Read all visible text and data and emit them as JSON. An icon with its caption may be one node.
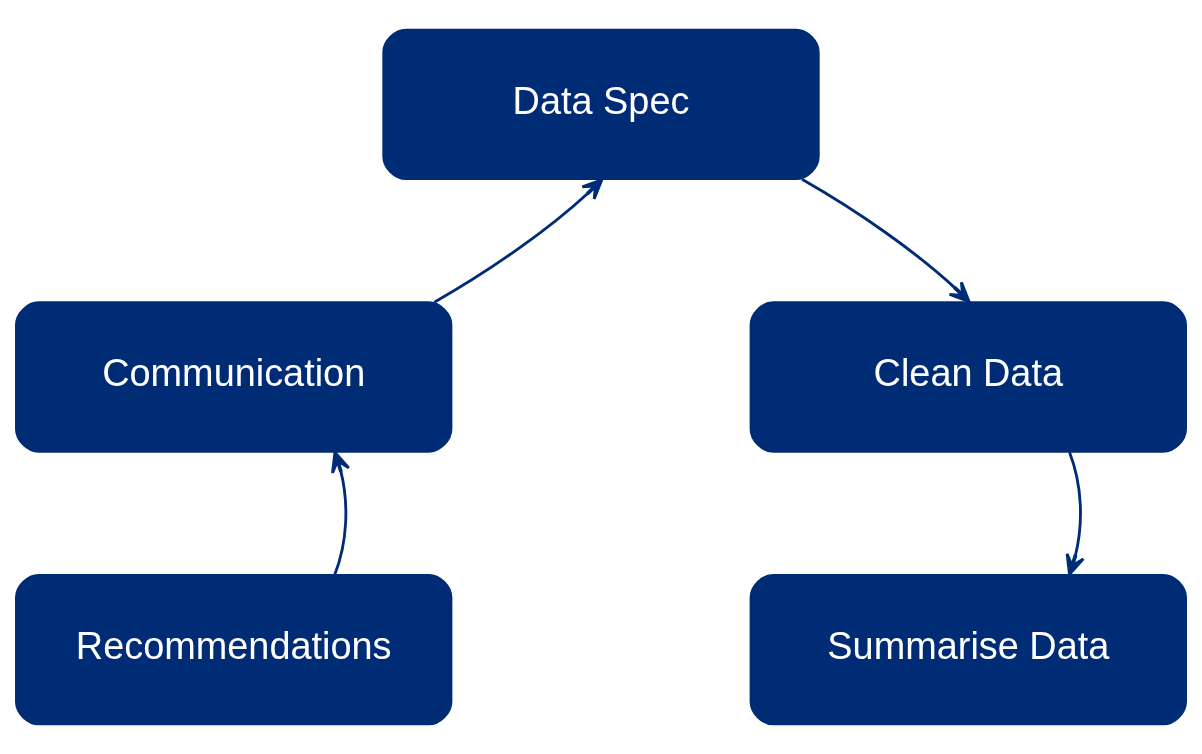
{
  "diagram": {
    "nodes": [
      {
        "text": [
          "Data Spec"
        ]
      },
      {
        "text": [
          "Communication"
        ]
      },
      {
        "text": [
          "Clean Data"
        ]
      },
      {
        "text": [
          "Recommendations"
        ]
      },
      {
        "text": [
          "Summarise Data"
        ]
      }
    ],
    "edges": [
      {
        "from": 1,
        "to": 0,
        "arrow": "to"
      },
      {
        "from": 0,
        "to": 2,
        "arrow": "to"
      },
      {
        "from": 2,
        "to": 4,
        "arrow": "to"
      },
      {
        "from": 3,
        "to": 1,
        "arrow": "to"
      }
    ]
  }
}
